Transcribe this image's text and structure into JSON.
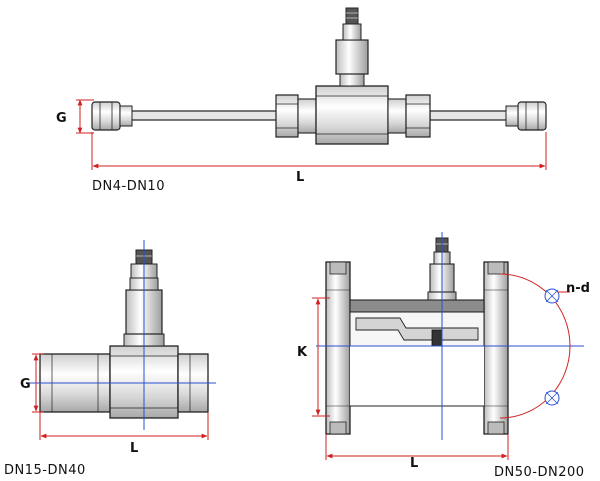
{
  "diagrams": [
    {
      "caption": "DN4-DN10",
      "dims": {
        "g": "G",
        "l": "L"
      }
    },
    {
      "caption": "DN15-DN40",
      "dims": {
        "g": "G",
        "l": "L"
      }
    },
    {
      "caption": "DN50-DN200",
      "dims": {
        "k": "K",
        "l": "L",
        "nd": "n-d"
      }
    }
  ],
  "colors": {
    "dimension": "#d02020",
    "centerline": "#2a4fd6",
    "outline": "#222222"
  }
}
